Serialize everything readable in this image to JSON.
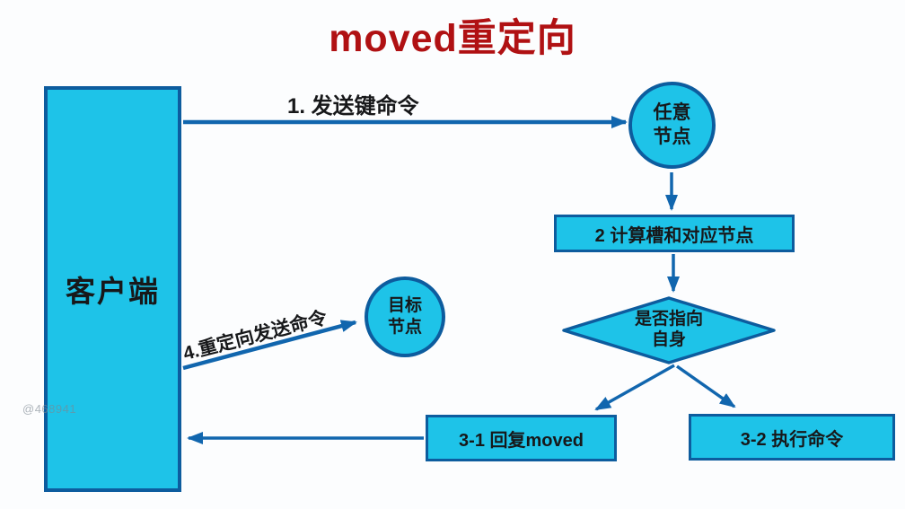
{
  "title": "moved重定向",
  "watermark": "@468941",
  "colors": {
    "node_fill": "#1EC3E8",
    "node_border": "#0D5C9E",
    "arrow_color": "#1166AE",
    "title_color": "#B01113",
    "text_color": "#17181A"
  },
  "nodes": {
    "client": {
      "label": "客户端"
    },
    "any_node": {
      "line1": "任意",
      "line2": "节点"
    },
    "compute_slot": {
      "label": "2 计算槽和对应节点"
    },
    "decision": {
      "line1": "是否指向",
      "line2": "自身"
    },
    "reply_moved": {
      "label": "3-1 回复moved"
    },
    "execute_command": {
      "label": "3-2 执行命令"
    },
    "target_node": {
      "line1": "目标",
      "line2": "节点"
    }
  },
  "edges": {
    "send_key_command": {
      "label": "1. 发送键命令"
    },
    "redirect_send_command": {
      "label": "4.重定向发送命令"
    }
  }
}
